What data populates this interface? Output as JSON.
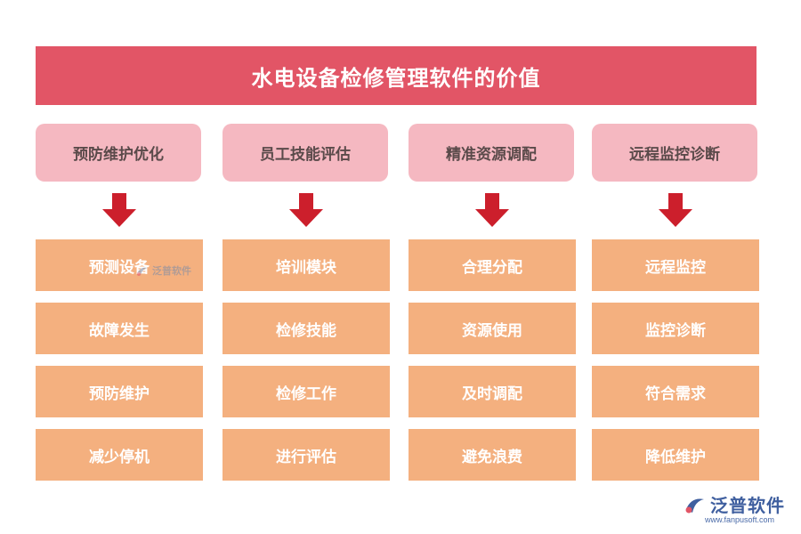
{
  "title": "水电设备检修管理软件的价值",
  "columns": [
    {
      "header": "预防维护优化",
      "items": [
        "预测设备",
        "故障发生",
        "预防维护",
        "减少停机"
      ]
    },
    {
      "header": "员工技能评估",
      "items": [
        "培训模块",
        "检修技能",
        "检修工作",
        "进行评估"
      ]
    },
    {
      "header": "精准资源调配",
      "items": [
        "合理分配",
        "资源使用",
        "及时调配",
        "避免浪费"
      ]
    },
    {
      "header": "远程监控诊断",
      "items": [
        "远程监控",
        "监控诊断",
        "符合需求",
        "降低维护"
      ]
    }
  ],
  "watermark": {
    "text": "泛普软件"
  },
  "logo": {
    "text": "泛普软件",
    "url": "www.fanpusoft.com"
  },
  "colors": {
    "title_bg": "#e25566",
    "header_bg": "#f5b8c1",
    "item_bg": "#f4b07f",
    "arrow": "#cc1f2c",
    "logo": "#3f5f9f"
  },
  "icons": {
    "arrow": "down-arrow-icon",
    "logo": "fanpu-logo-icon"
  }
}
